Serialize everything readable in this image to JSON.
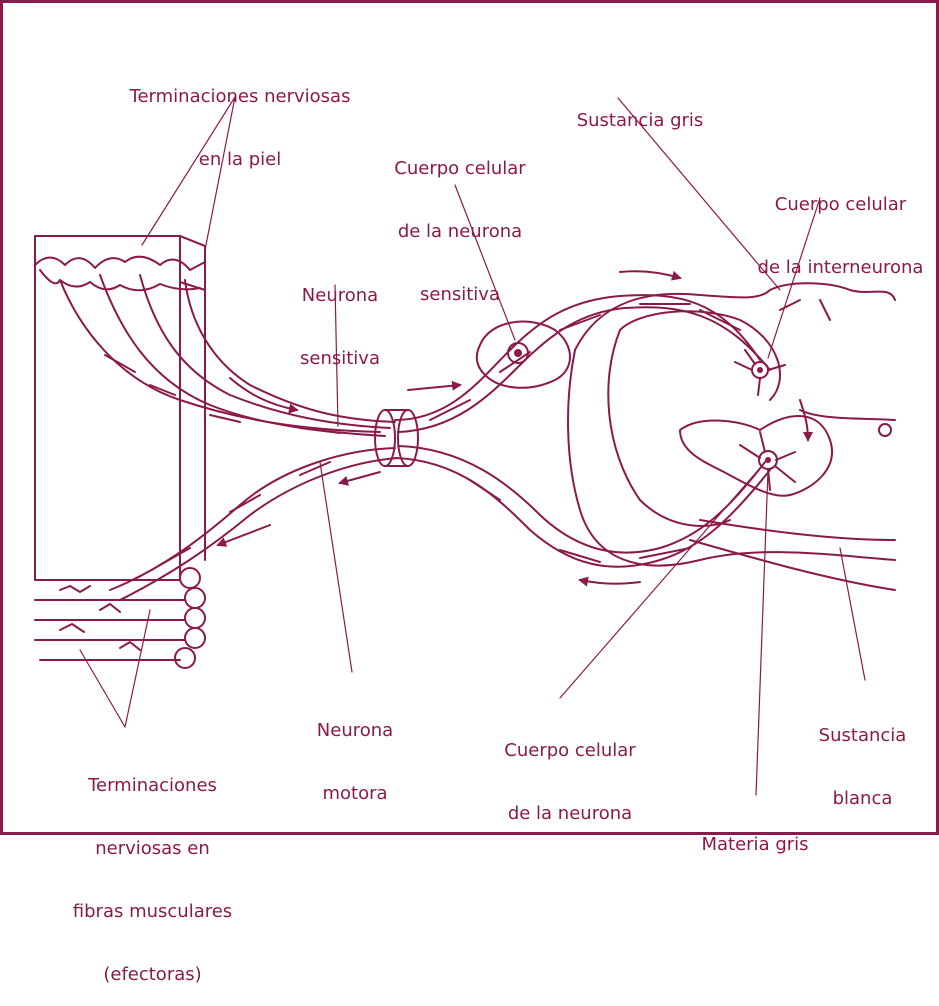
{
  "colors": {
    "ink": "#8b1a4a",
    "background": "#ffffff"
  },
  "labels": {
    "skin_endings": [
      "Terminaciones nerviosas",
      "en la piel"
    ],
    "gray_substance": [
      "Sustancia gris"
    ],
    "sensory_cell_body": [
      "Cuerpo celular",
      "de la neurona",
      "sensitiva"
    ],
    "interneuron_cell_body": [
      "Cuerpo celular",
      "de la interneurona"
    ],
    "sensory_neuron": [
      "Neurona",
      "sensitiva"
    ],
    "motor_neuron": [
      "Neurona",
      "motora"
    ],
    "neuron_cell_body": [
      "Cuerpo celular",
      "de la neurona"
    ],
    "white_substance": [
      "Sustancia",
      "blanca"
    ],
    "muscle_endings": [
      "Terminaciones",
      "nerviosas en",
      "fibras musculares",
      "(efectoras)"
    ],
    "gray_matter": [
      "Materia gris"
    ]
  }
}
